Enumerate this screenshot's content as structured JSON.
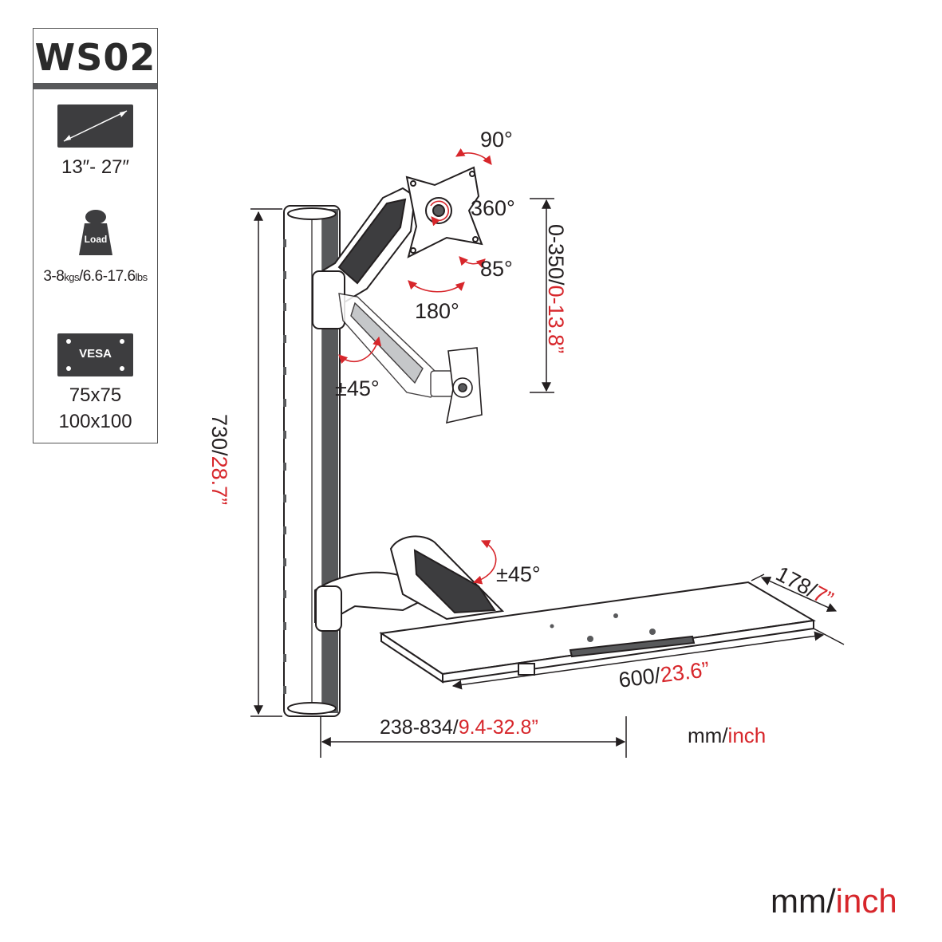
{
  "model": "WS02",
  "specs": {
    "screen_size": "13″- 27″",
    "load_icon_label": "Load",
    "load_capacity_main": "3-8",
    "load_capacity_kgs": "kgs",
    "load_capacity_mid": "/6.6-17.6",
    "load_capacity_lbs": "lbs",
    "vesa_label": "VESA",
    "vesa_size_1": "75x75",
    "vesa_size_2": "100x100"
  },
  "rotation": {
    "tilt_up": "90°",
    "rotate": "360°",
    "tilt_down": "85°",
    "swivel": "180°",
    "arm_tilt": "±45°",
    "tray_tilt": "±45°"
  },
  "dimensions": {
    "height_adjust_mm": "0-350/",
    "height_adjust_in": "0-13.8”",
    "pole_height_mm": "730/",
    "pole_height_in": "28.7”",
    "tray_depth_mm": "178/",
    "tray_depth_in": "7”",
    "tray_width_mm": "600/",
    "tray_width_in": "23.6”",
    "reach_mm": "238-834/",
    "reach_in": "9.4-32.8”"
  },
  "units_small": {
    "mm": "mm/",
    "inch": "inch"
  },
  "units_large": {
    "mm": "mm/",
    "inch": "inch"
  },
  "colors": {
    "accent_red": "#d7262b",
    "text": "#231f20",
    "panel_gray": "#58595b"
  }
}
